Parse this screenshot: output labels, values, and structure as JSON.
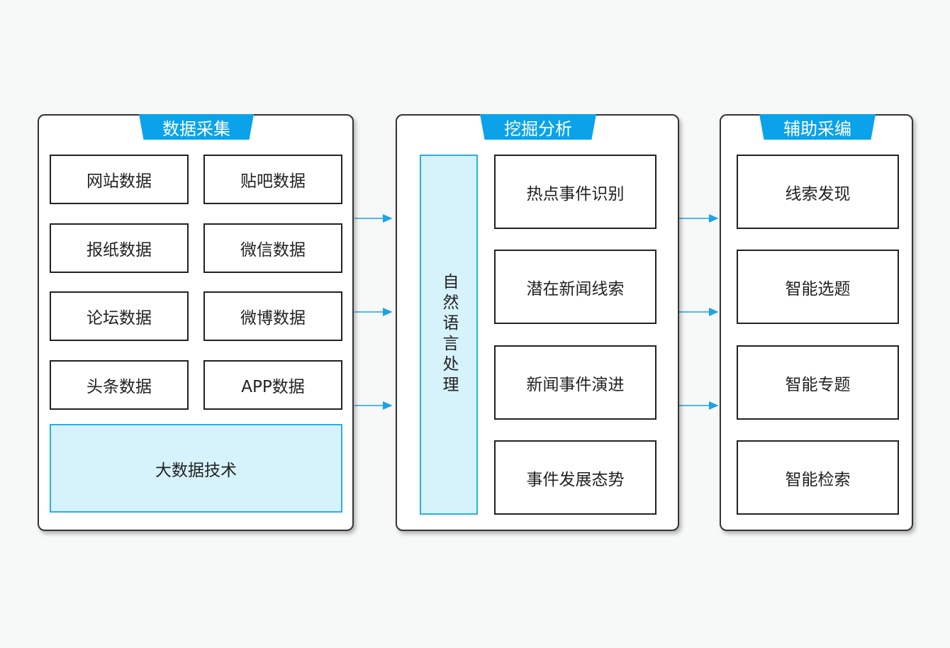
{
  "colors": {
    "accent": "#0aa3ea",
    "highlight_fill": "#d6f2fb",
    "highlight_border": "#2aaee6",
    "arrow": "#1aa3e8"
  },
  "collect": {
    "title": "数据采集",
    "items": [
      "网站数据",
      "贴吧数据",
      "报纸数据",
      "微信数据",
      "论坛数据",
      "微博数据",
      "头条数据",
      "APP数据"
    ],
    "bigdata": "大数据技术"
  },
  "mining": {
    "title": "挖掘分析",
    "nlp": "自然语言处理",
    "items": [
      "热点事件识别",
      "潜在新闻线索",
      "新闻事件演进",
      "事件发展态势"
    ]
  },
  "assist": {
    "title": "辅助采编",
    "items": [
      "线索发现",
      "智能选题",
      "智能专题",
      "智能检索"
    ]
  }
}
